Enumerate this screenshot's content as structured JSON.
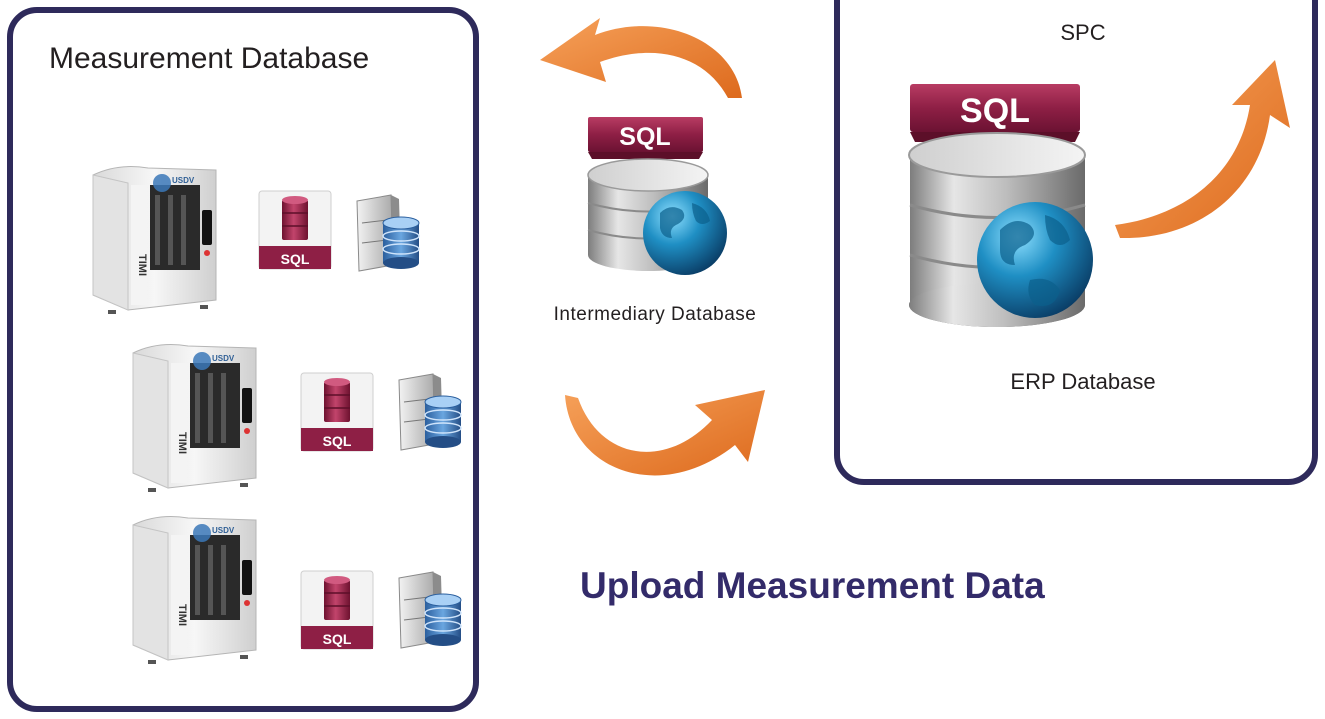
{
  "measurement_panel": {
    "title": "Measurement Database",
    "machines": [
      {
        "brand": "USDV",
        "model": "TIMI",
        "sql_label": "SQL"
      },
      {
        "brand": "USDV",
        "model": "TIMI",
        "sql_label": "SQL"
      },
      {
        "brand": "USDV",
        "model": "TIMI",
        "sql_label": "SQL"
      }
    ]
  },
  "intermediary": {
    "sql_label": "SQL",
    "label": "Intermediary Database"
  },
  "erp_panel": {
    "top_label": "SPC",
    "sql_label": "SQL",
    "label": "ERP Database"
  },
  "caption": "Upload Measurement Data",
  "colors": {
    "panel_border": "#2e2a5b",
    "caption": "#332b6a",
    "arrow": "#e9792b",
    "sql_banner": "#8e1f45",
    "globe": "#1f8fc4"
  }
}
